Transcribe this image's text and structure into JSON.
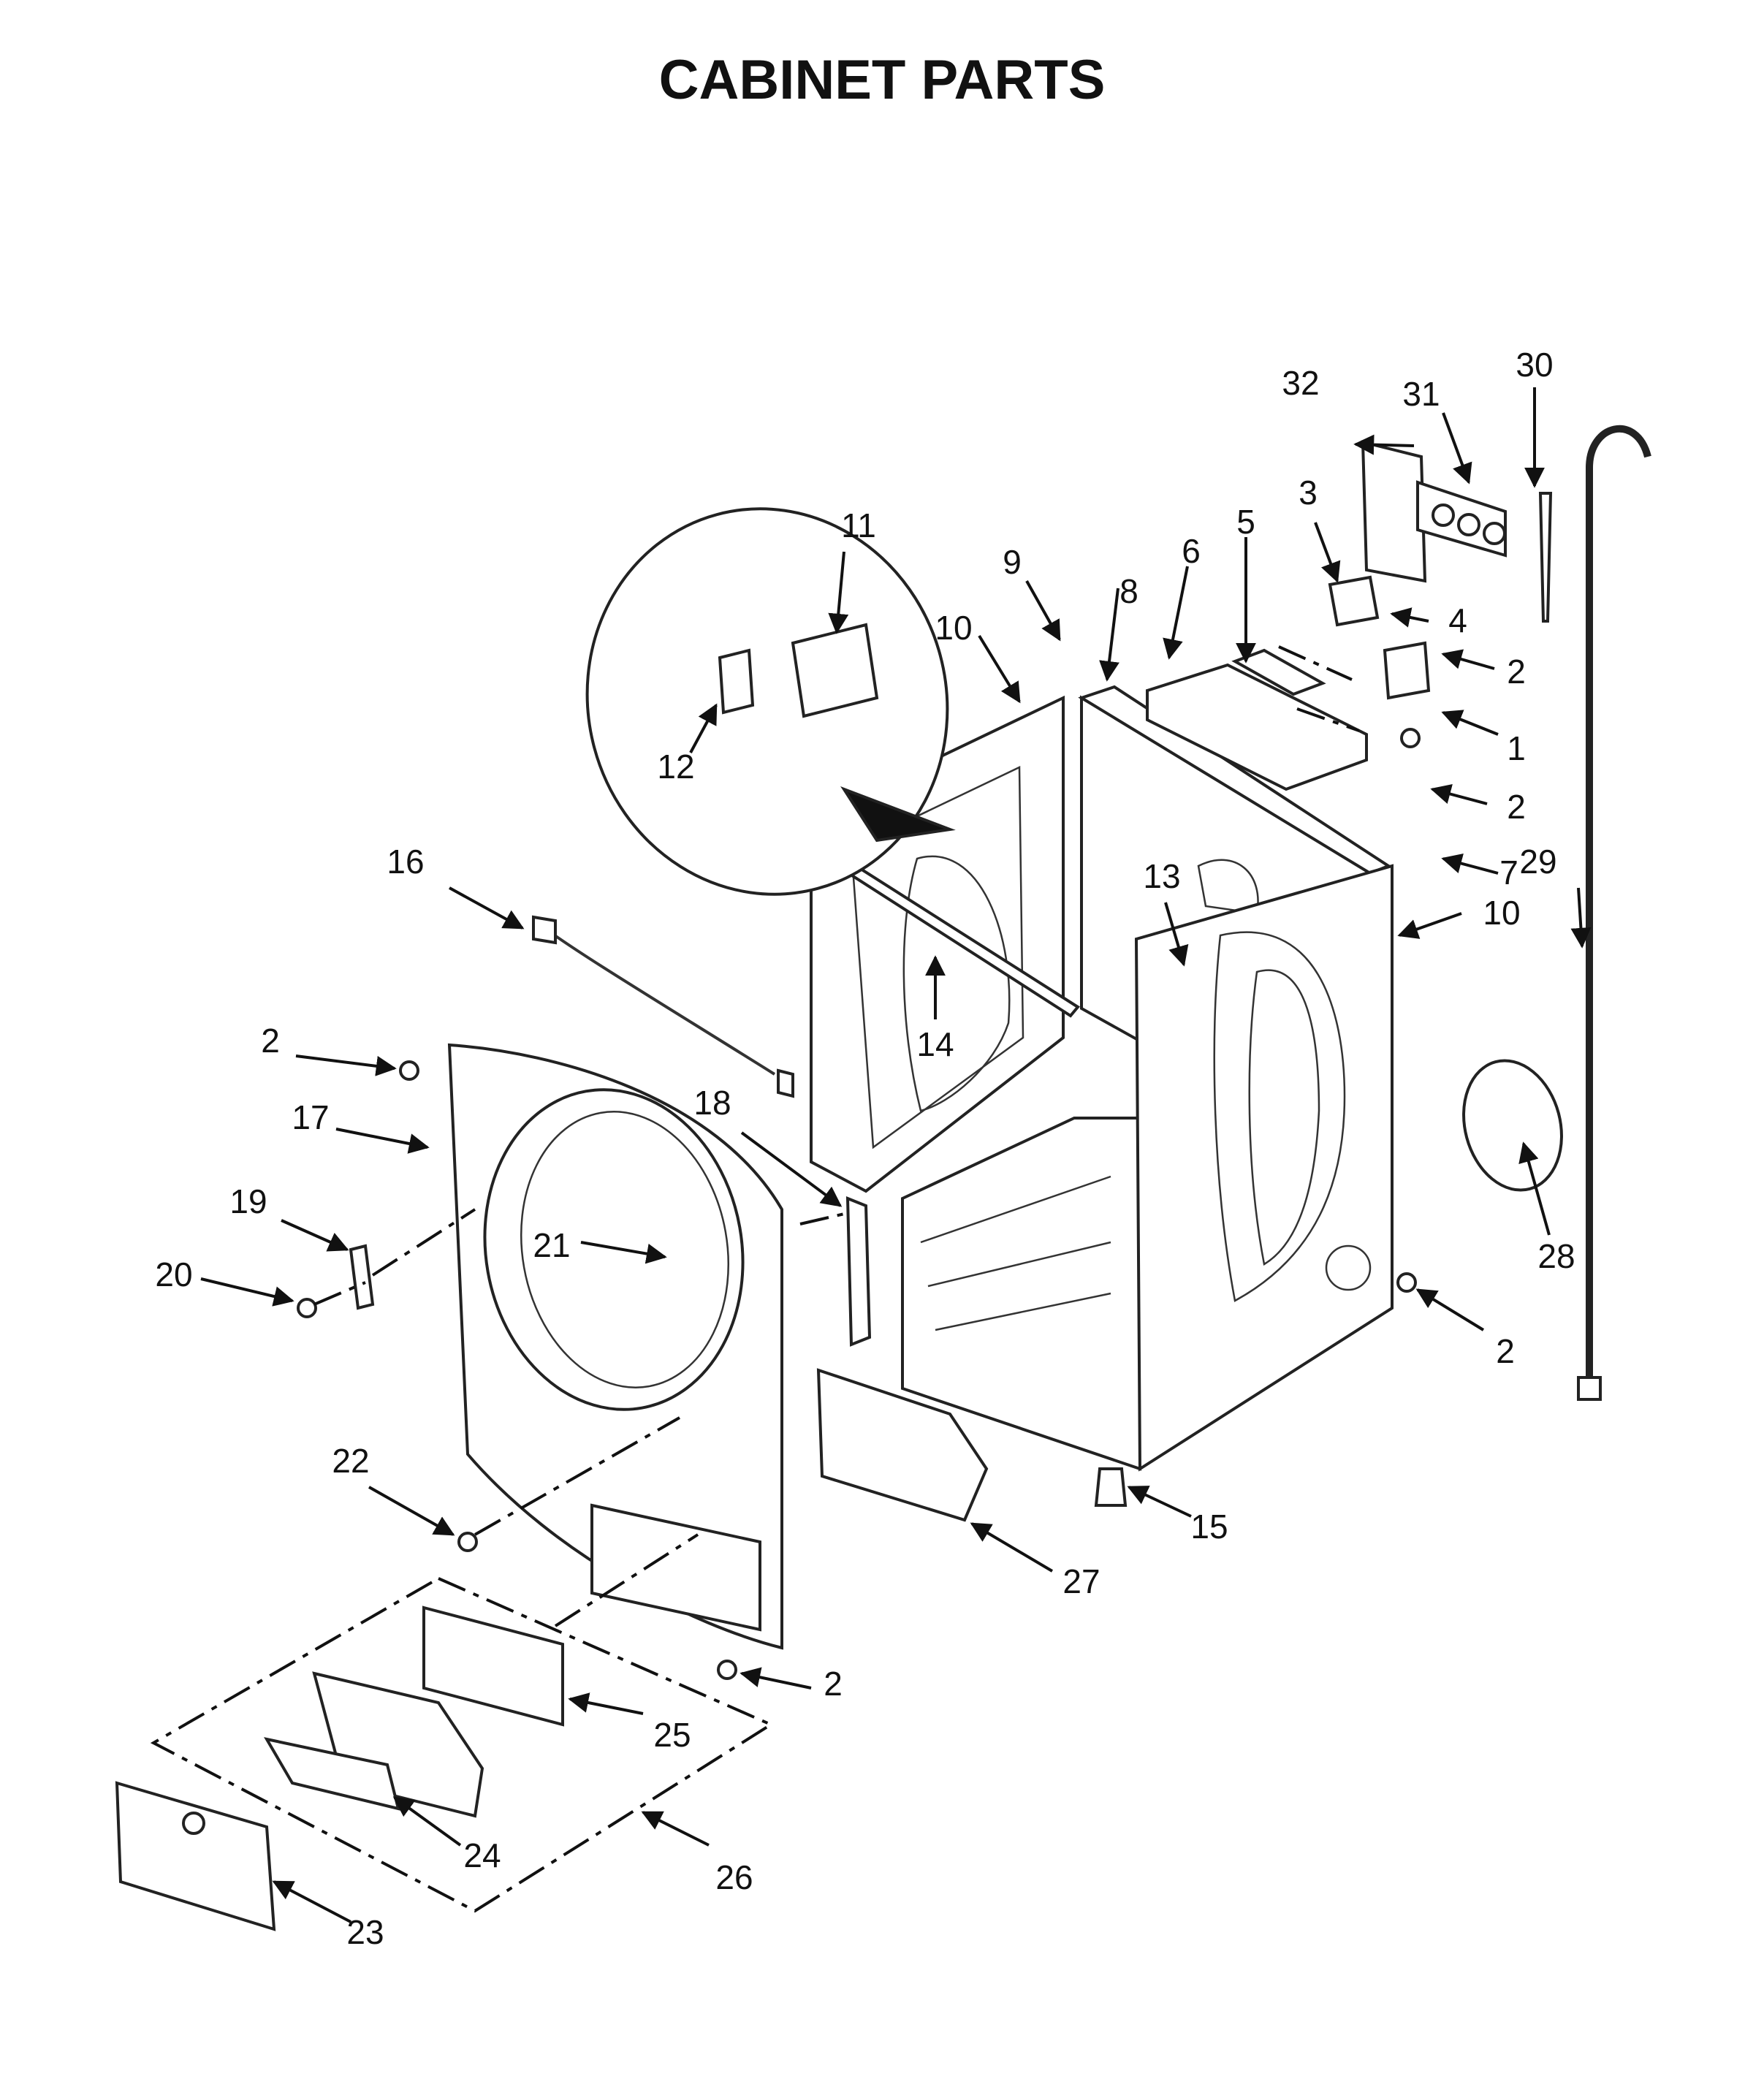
{
  "title": "CABINET PARTS",
  "callouts": [
    {
      "id": "c1",
      "text": "1"
    },
    {
      "id": "c2a",
      "text": "2"
    },
    {
      "id": "c2b",
      "text": "2"
    },
    {
      "id": "c2c",
      "text": "2"
    },
    {
      "id": "c2d",
      "text": "2"
    },
    {
      "id": "c2e",
      "text": "2"
    },
    {
      "id": "c3",
      "text": "3"
    },
    {
      "id": "c4",
      "text": "4"
    },
    {
      "id": "c5",
      "text": "5"
    },
    {
      "id": "c6",
      "text": "6"
    },
    {
      "id": "c7",
      "text": "7"
    },
    {
      "id": "c8",
      "text": "8"
    },
    {
      "id": "c9",
      "text": "9"
    },
    {
      "id": "c10a",
      "text": "10"
    },
    {
      "id": "c10b",
      "text": "10"
    },
    {
      "id": "c11",
      "text": "11"
    },
    {
      "id": "c12",
      "text": "12"
    },
    {
      "id": "c13",
      "text": "13"
    },
    {
      "id": "c14",
      "text": "14"
    },
    {
      "id": "c15",
      "text": "15"
    },
    {
      "id": "c16",
      "text": "16"
    },
    {
      "id": "c17",
      "text": "17"
    },
    {
      "id": "c18",
      "text": "18"
    },
    {
      "id": "c19",
      "text": "19"
    },
    {
      "id": "c20",
      "text": "20"
    },
    {
      "id": "c21",
      "text": "21"
    },
    {
      "id": "c22",
      "text": "22"
    },
    {
      "id": "c23",
      "text": "23"
    },
    {
      "id": "c24",
      "text": "24"
    },
    {
      "id": "c25",
      "text": "25"
    },
    {
      "id": "c26",
      "text": "26"
    },
    {
      "id": "c27",
      "text": "27"
    },
    {
      "id": "c28",
      "text": "28"
    },
    {
      "id": "c29",
      "text": "29"
    },
    {
      "id": "c30",
      "text": "30"
    },
    {
      "id": "c31",
      "text": "31"
    },
    {
      "id": "c32",
      "text": "32"
    }
  ]
}
